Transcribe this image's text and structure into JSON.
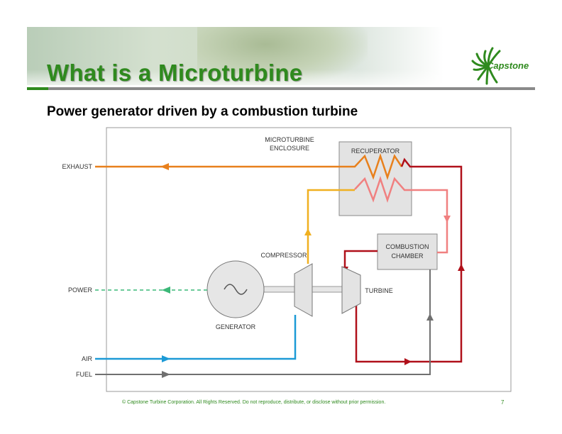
{
  "slide": {
    "title": "What is a Microturbine",
    "subtitle": "Power generator driven by a combustion turbine",
    "footer": "© Capstone Turbine Corporation. All Rights Reserved.  Do not reproduce, distribute, or disclose without prior permission.",
    "page_number": "7",
    "logo_text": "Capstone"
  },
  "diagram": {
    "enclosure_label_line1": "MICROTURBINE",
    "enclosure_label_line2": "ENCLOSURE",
    "recuperator": "RECUPERATOR",
    "combustion_line1": "COMBUSTION",
    "combustion_line2": "CHAMBER",
    "compressor": "COMPRESSOR",
    "turbine": "TURBINE",
    "generator": "GENERATOR",
    "exhaust": "EXHAUST",
    "power": "POWER",
    "air": "AIR",
    "fuel": "FUEL"
  },
  "colors": {
    "brand_green": "#2f8a1e",
    "exhaust": "#e8801c",
    "compressed_air": "#f0b020",
    "hot_gas": "#b0101a",
    "preheated_air": "#f08080",
    "air": "#1c9ad6",
    "fuel": "#707070",
    "power": "#3cb878"
  },
  "icons": {
    "logo": "capstone-swirl-logo",
    "generator": "sine-wave-symbol"
  }
}
